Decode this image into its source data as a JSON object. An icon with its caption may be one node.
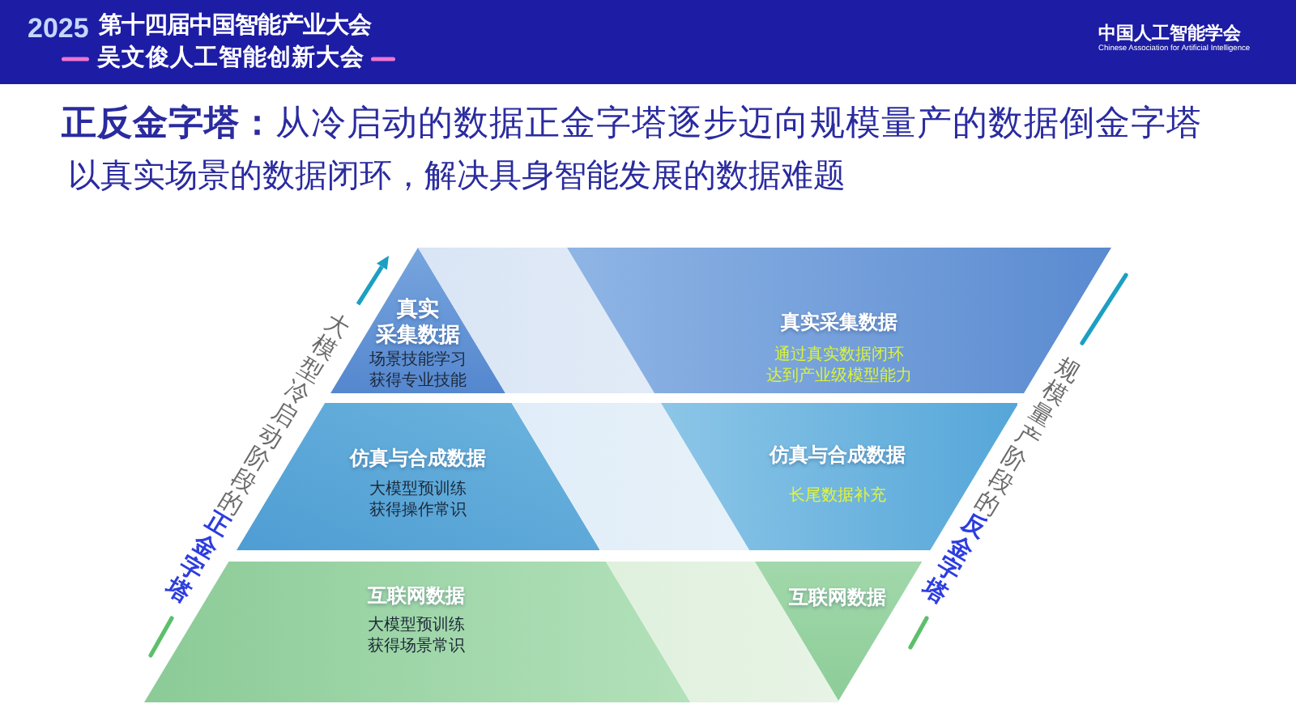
{
  "diagram": {
    "title": "**正反金字塔：**从冷启动的数据正金字塔逐步迈向规模量产的数据倒金字塔",
    "nodes": [
      {
        "text": [
          "真实采集数据",
          "场景技能学习获得专业技能"
        ]
      },
      {
        "text": [],
        "shape": "band"
      },
      {
        "text": [
          "真实采集数据",
          "通过真实数据闭环达到产业级模型能力"
        ]
      },
      {
        "text": [
          "仿真与合成数据",
          "大模型预训练获得操作常识"
        ]
      },
      {
        "text": [],
        "shape": "band"
      },
      {
        "text": [
          "仿真与合成数据",
          "长尾数据补充"
        ]
      },
      {
        "text": [
          "互联网数据",
          "大模型预训练获得场景常识"
        ]
      },
      {
        "text": [],
        "shape": "band"
      },
      {
        "text": [
          "互联网数据"
        ]
      }
    ],
    "labels": [
      "2025",
      "第十四届中国智能产业大会",
      "吴文俊人工智能创新大会",
      "中国人工智能学会",
      "Chinese Association for Artificial Intelligence",
      "以真实场景的数据闭环，解决具身智能发展的数据难题",
      "大模型冷启动阶段的**正金字塔**",
      "规模量产阶段的**反金字塔**"
    ]
  }
}
